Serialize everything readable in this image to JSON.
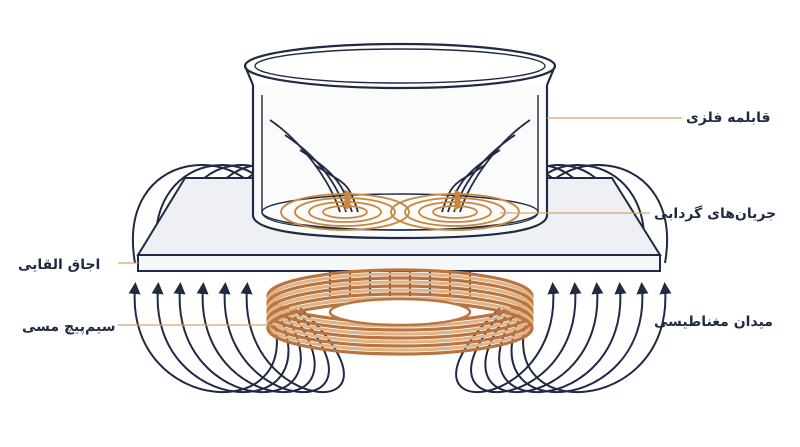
{
  "labels": {
    "pot": "قابلمه فلزی",
    "eddy_currents": "جریان‌های گردابی",
    "cooktop": "اجاق القایی",
    "coil": "سیم‌پیچ مسی",
    "magnetic_field": "میدان مغناطیسی"
  },
  "colors": {
    "outline": "#1f2a44",
    "copper": "#b9743f",
    "copper_light": "#e2b287",
    "eddy": "#c8873f",
    "pointer": "#d9a26c",
    "glass": "#eef0f4"
  }
}
